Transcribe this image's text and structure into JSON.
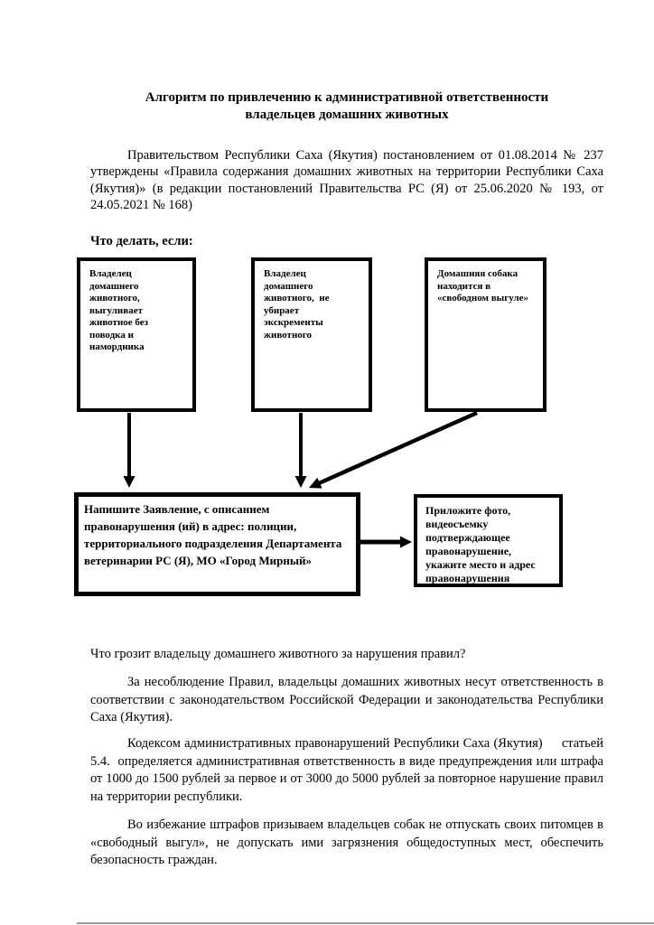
{
  "page": {
    "background": "#ffffff",
    "ink": "#000000"
  },
  "document": {
    "title_lines": [
      "Алгоритм по привлечению к административной ответственности",
      "владельцев домашних животных"
    ],
    "intro": "Правительством Республики Саха (Якутия) постановлением от 01.08.2014 № 237 утверждены «Правила содержания домашних животных на территории Республики Саха (Якутия)» (в редакции постановлений Правительства РС (Я) от 25.06.2020 № 193, от 24.05.2021 № 168)",
    "what_if_heading": "Что делать, если:",
    "question_heading": "Что грозит владельцу домашнего животного за нарушения правил?",
    "paragraphs": [
      "За несоблюдение Правил, владельцы домашних животных несут ответственность в соответствии с законодательством Российской Федерации и законодательства Республики Саха (Якутия).",
      "Кодексом административных правонарушений Республики Саха (Якутия)     статьей 5.4.  определяется административная ответственность в виде предупреждения или штрафа от 1000 до 1500 рублей за первое и от 3000 до 5000 рублей за повторное нарушение правил на территории республики.",
      "Во избежание штрафов призываем владельцев собак не отпускать своих питомцев в «свободный выгул», не допускать ими загрязнения общедоступных мест, обеспечить безопасность граждан."
    ]
  },
  "flowchart": {
    "condition_boxes": [
      {
        "id": "no-leash",
        "text": "Владелец домашнего животного, выгуливает животное без поводка и намордника"
      },
      {
        "id": "excrement",
        "text": "Владелец домашнего животного,  не убирает экскременты животного"
      },
      {
        "id": "free-range",
        "text": "Домашняя собака находится в «свободном выгуле»"
      }
    ],
    "action_box": {
      "text": "Напишите Заявление, с описанием правонарушения (ий) в адрес: полиции, территориального подразделения Департамента ветеринарии РС (Я), МО «Город Мирный»"
    },
    "attachment_box": {
      "text": "Приложите фото, видеосъемку подтверждающее правонарушение, укажите место и адрес правонарушения"
    },
    "arrow_color": "#000000"
  }
}
